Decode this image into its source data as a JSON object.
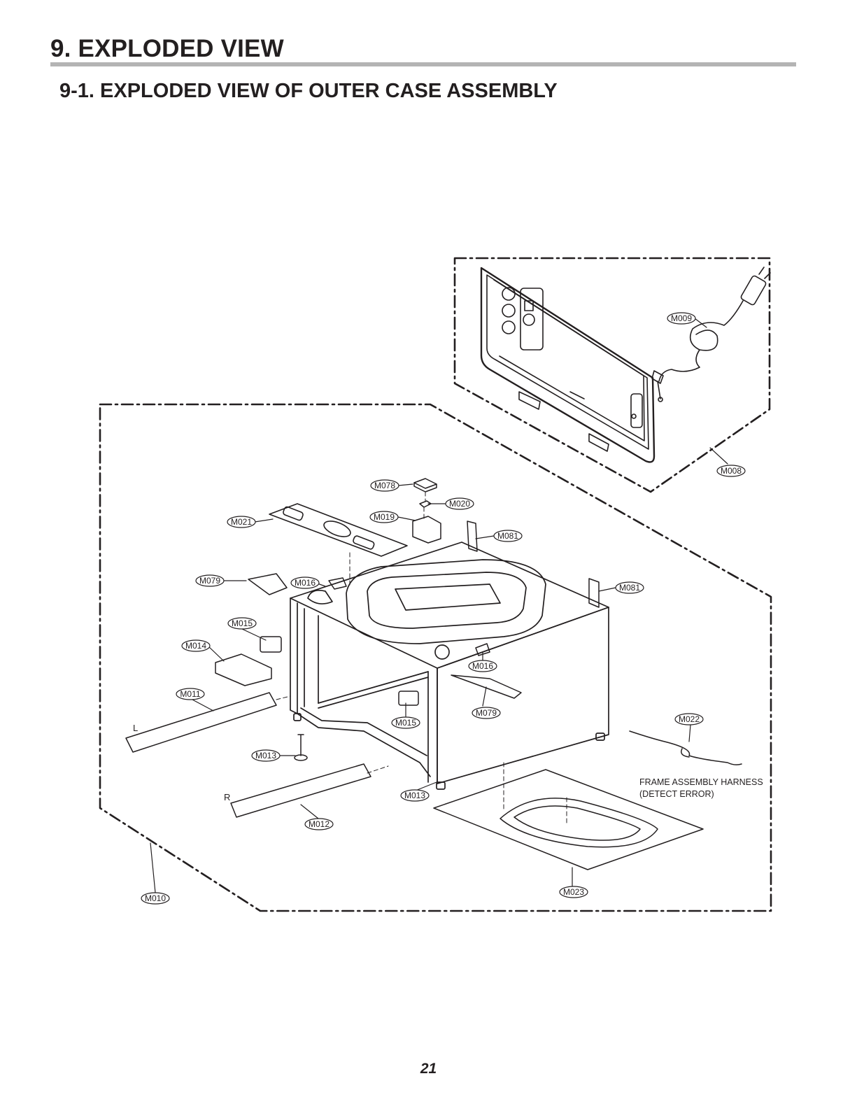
{
  "header": {
    "title": "9. EXPLODED VIEW",
    "subtitle": "9-1. EXPLODED VIEW OF OUTER CASE ASSEMBLY"
  },
  "callouts": {
    "m009": "M009",
    "m008": "M008",
    "m078": "M078",
    "m020": "M020",
    "m019": "M019",
    "m021": "M021",
    "m081a": "M081",
    "m081b": "M081",
    "m016a": "M016",
    "m016b": "M016",
    "m079a": "M079",
    "m079b": "M079",
    "m015a": "M015",
    "m015b": "M015",
    "m014": "M014",
    "m011": "M011",
    "m013a": "M013",
    "m013b": "M013",
    "m012": "M012",
    "m022": "M022",
    "m023": "M023",
    "m010": "M010"
  },
  "side_labels": {
    "left": "L",
    "right": "R"
  },
  "harness_note": {
    "line1": "FRAME ASSEMBLY HARNESS",
    "line2": "(DETECT ERROR)"
  },
  "footer": {
    "page_number": "21"
  }
}
